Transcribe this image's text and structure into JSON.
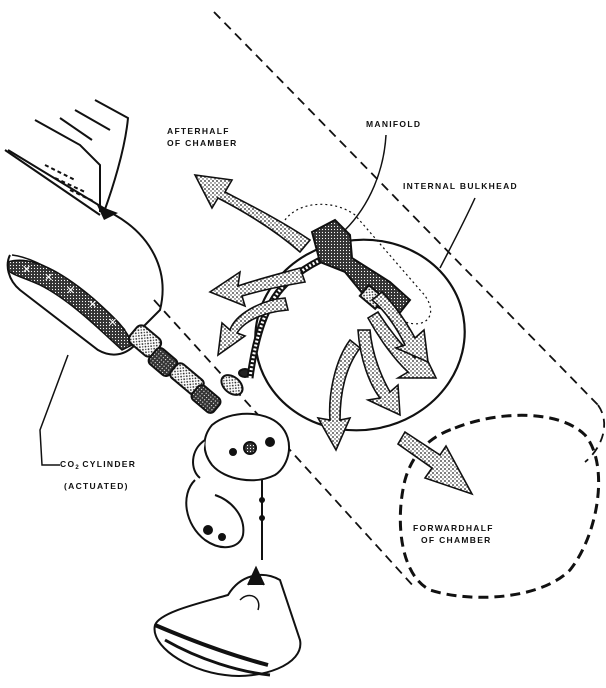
{
  "labels": {
    "after_half_line1": "AFTERHALF",
    "after_half_line2": "OF CHAMBER",
    "manifold": "MANIFOLD",
    "internal_bulkhead": "INTERNAL BULKHEAD",
    "co2_prefix": "CO",
    "co2_subscript": "2",
    "co2_suffix": " CYLINDER",
    "actuated": "(ACTUATED)",
    "forward_half_line1": "FORWARDHALF",
    "forward_half_line2": "OF CHAMBER"
  },
  "colors": {
    "ink": "#111111",
    "paper": "#ffffff",
    "arrow_stipple": "#444444"
  }
}
